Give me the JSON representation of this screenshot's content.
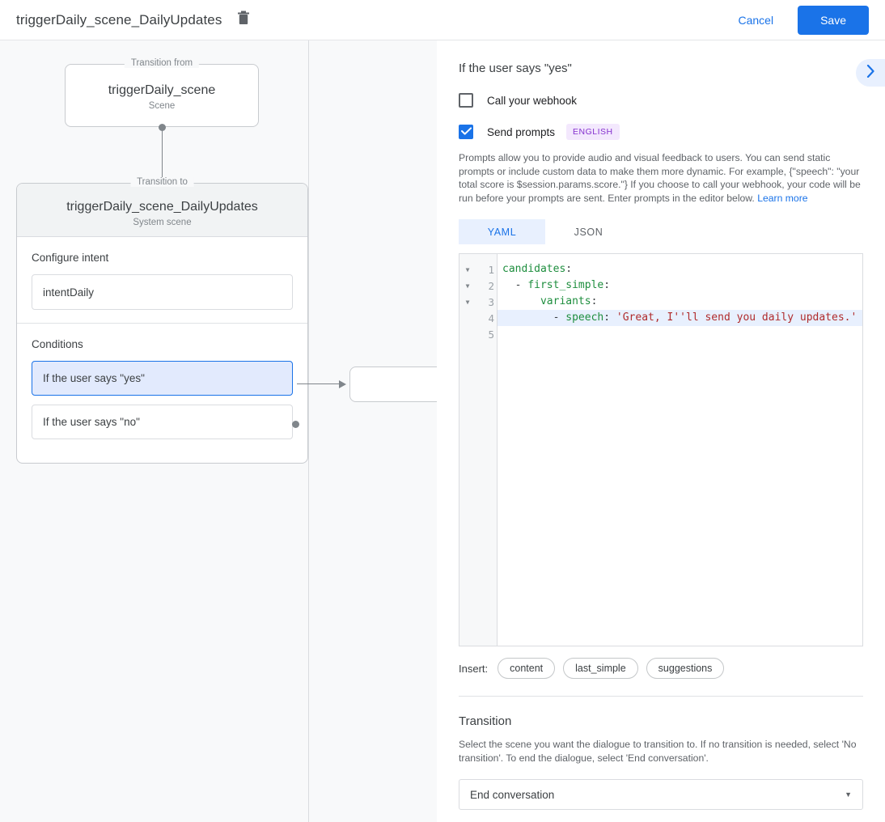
{
  "topbar": {
    "title": "triggerDaily_scene_DailyUpdates",
    "delete_icon": "trash-icon",
    "cancel_label": "Cancel",
    "save_label": "Save",
    "accent_color": "#1a73e8"
  },
  "canvas": {
    "from_node": {
      "legend": "Transition from",
      "title": "triggerDaily_scene",
      "subtitle": "Scene"
    },
    "to_node": {
      "legend": "Transition to",
      "title": "triggerDaily_scene_DailyUpdates",
      "subtitle": "System scene"
    },
    "intent_section": {
      "label": "Configure intent",
      "value": "intentDaily"
    },
    "conditions_section": {
      "label": "Conditions",
      "items": [
        {
          "label": "If the user says \"yes\"",
          "selected": true
        },
        {
          "label": "If the user says \"no\"",
          "selected": false
        }
      ]
    }
  },
  "panel": {
    "title": "If the user says \"yes\"",
    "expand_icon": "chevron-right-icon",
    "webhook": {
      "label": "Call your webhook",
      "checked": false
    },
    "prompts": {
      "label": "Send prompts",
      "checked": true,
      "badge": "ENGLISH",
      "badge_color": "#8430ce",
      "description": "Prompts allow you to provide audio and visual feedback to users. You can send static prompts or include custom data to make them more dynamic. For example, {\"speech\": \"your total score is $session.params.score.\"} If you choose to call your webhook, your code will be run before your prompts are sent. Enter prompts in the editor below.",
      "learn_more": "Learn more"
    },
    "editor": {
      "tabs": [
        {
          "label": "YAML",
          "active": true
        },
        {
          "label": "JSON",
          "active": false
        }
      ],
      "lines": [
        {
          "num": "1",
          "fold": true,
          "highlight": false,
          "indent": "",
          "key": "candidates",
          "colon": ":",
          "value": ""
        },
        {
          "num": "2",
          "fold": true,
          "highlight": false,
          "indent": "  - ",
          "key": "first_simple",
          "colon": ":",
          "value": ""
        },
        {
          "num": "3",
          "fold": true,
          "highlight": false,
          "indent": "      ",
          "key": "variants",
          "colon": ":",
          "value": ""
        },
        {
          "num": "4",
          "fold": false,
          "highlight": true,
          "indent": "        - ",
          "key": "speech",
          "colon": ": ",
          "value": "'Great, I''ll send you daily updates.'"
        },
        {
          "num": "5",
          "fold": false,
          "highlight": false,
          "indent": "",
          "key": "",
          "colon": "",
          "value": ""
        }
      ]
    },
    "insert": {
      "label": "Insert:",
      "chips": [
        "content",
        "last_simple",
        "suggestions"
      ]
    },
    "transition": {
      "title": "Transition",
      "description": "Select the scene you want the dialogue to transition to. If no transition is needed, select 'No transition'. To end the dialogue, select 'End conversation'.",
      "selected": "End conversation",
      "caret_icon": "chevron-down-icon"
    }
  }
}
